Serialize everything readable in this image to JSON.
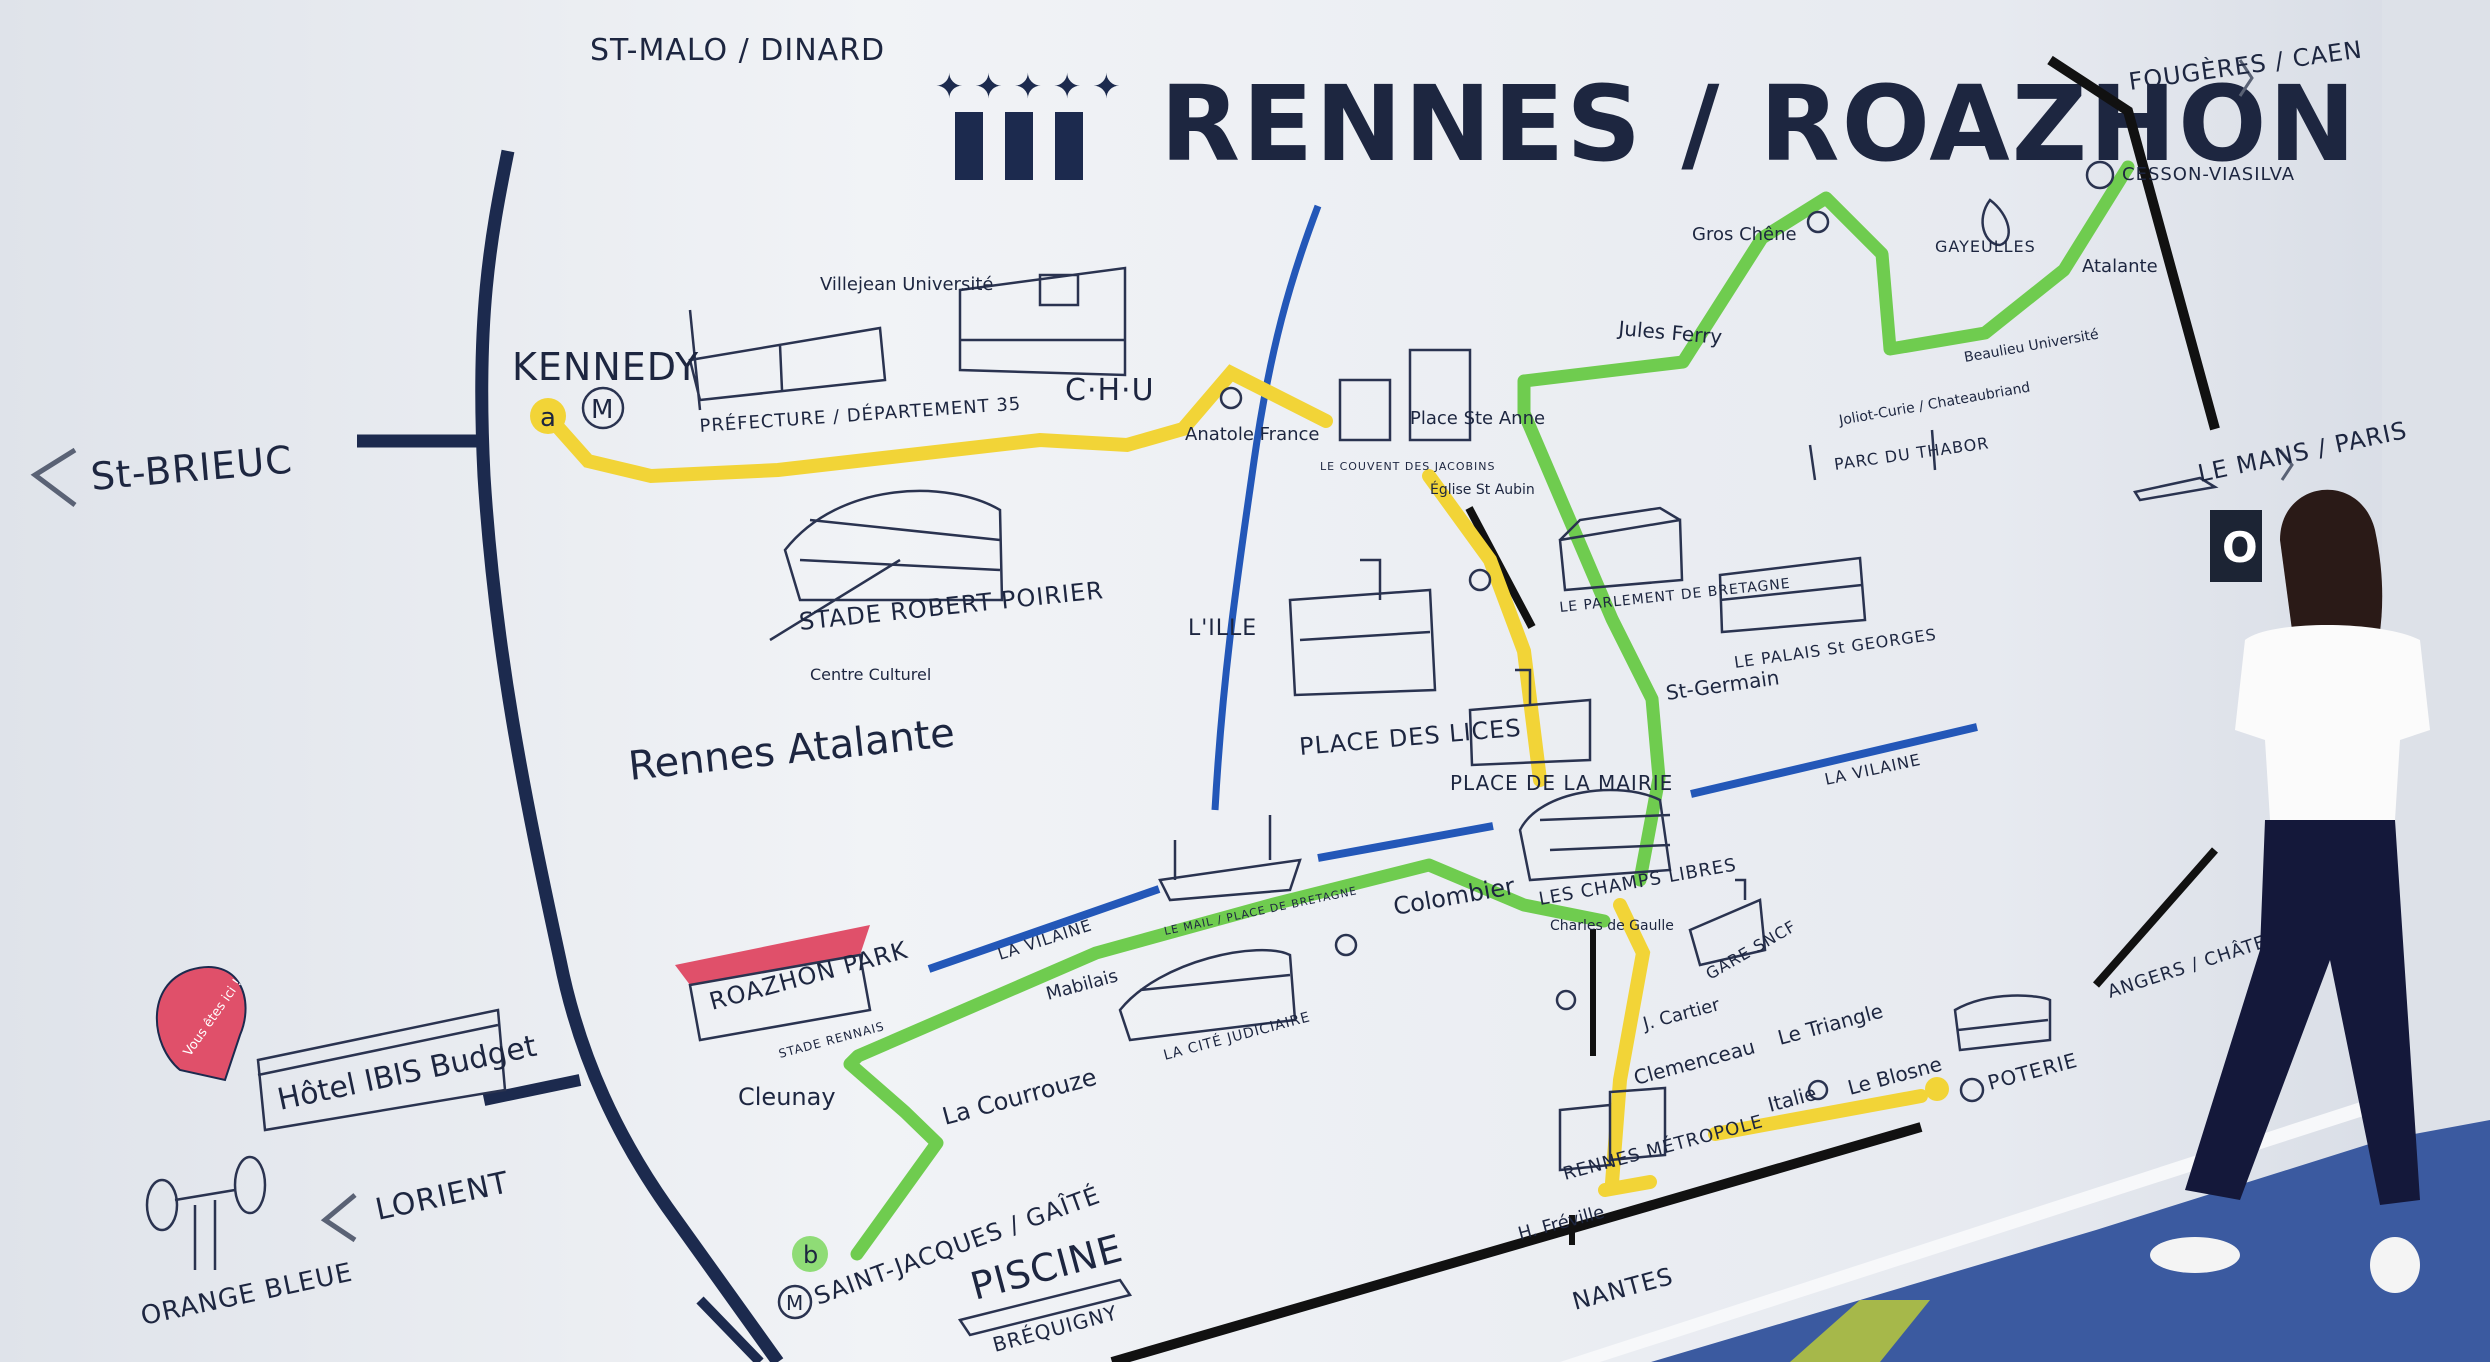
{
  "title": "RENNES / ROAZHON",
  "colors": {
    "wall": "#eef0f4",
    "metro_a": "#f2d437",
    "metro_b": "#6fcc4f",
    "river": "#2357b8",
    "ring_road": "#1c2a4e",
    "road": "#111111",
    "pin": "#e0506a",
    "carpet": "#3b5aa0"
  },
  "icons": [
    "ermine-flag-icon",
    "metro-m-icon",
    "location-pin-icon",
    "arrow-left-icon",
    "arrow-right-icon"
  ],
  "directions": {
    "st_malo": "ST-MALO / DINARD",
    "st_brieuc": "St-BRIEUC",
    "lorient": "LORIENT",
    "nantes": "NANTES",
    "fougeres": "FOUGÈRES / CAEN",
    "le_mans": "LE MANS / PARIS",
    "angers": "ANGERS / CHÂTEAUBRIANT"
  },
  "metro": {
    "line_a_badge": "a",
    "line_b_badge": "b",
    "metro_badge": "M",
    "kennedy": "KENNEDY",
    "anatole_france": "Anatole France",
    "sainte_anne": "Place Ste Anne",
    "place_de_la_mairie": "PLACE DE LA MAIRIE",
    "charles_de_gaulle": "Charles de Gaulle",
    "jacques_cartier": "J. Cartier",
    "clemenceau": "Clemenceau",
    "henri_freville": "H. Fréville",
    "italie": "Italie",
    "le_triangle": "Le Triangle",
    "le_blosne": "Le Blosne",
    "poterie": "POTERIE",
    "saint_jacques": "SAINT-JACQUES / GAÎTÉ",
    "la_courrouze": "La Courrouze",
    "cleunay": "Cleunay",
    "mabilais": "Mabilais",
    "colombier": "Colombier",
    "st_germain": "St-Germain",
    "jules_ferry": "Jules Ferry",
    "gros_chene": "Gros Chêne",
    "joliot_curie": "Joliot-Curie / Chateaubriand",
    "beaulieu": "Beaulieu Université",
    "atalante": "Atalante",
    "cesson": "CESSON-VIASILVA"
  },
  "landmarks": {
    "villejean": "Villejean Université",
    "prefecture": "PRÉFECTURE / DÉPARTEMENT 35",
    "chu": "C·H·U",
    "stade_robert_poirier": "STADE ROBERT POIRIER",
    "centre_culturel": "Centre Culturel",
    "rennes_atalante": "Rennes Atalante",
    "lille": "L'ILLE",
    "place_des_lices": "PLACE DES LICES",
    "couvent_jacobins": "LE COUVENT DES JACOBINS",
    "eglise_st_aubin": "Église St Aubin",
    "parlement": "LE PARLEMENT DE BRETAGNE",
    "palais_st_georges": "LE PALAIS St GEORGES",
    "parc_thabor": "PARC DU THABOR",
    "gayeulles": "GAYEULLES",
    "la_vilaine_1": "LA VILAINE",
    "la_vilaine_2": "LA VILAINE",
    "le_mail": "LE MAIL / PLACE DE BRETAGNE",
    "champs_libres": "LES CHAMPS LIBRES",
    "gare": "GARE SNCF",
    "cite_judiciaire": "LA CITÉ JUDICIAIRE",
    "roazhon_park": "ROAZHON PARK",
    "stade_rennais": "STADE RENNAIS",
    "piscine": "PISCINE",
    "brequigny": "BRÉQUIGNY",
    "rennes_metropole": "RENNES MÉTROPOLE",
    "hotel": "Hôtel IBIS Budget",
    "orange_bleue": "ORANGE BLEUE",
    "vous_etes_ici": "Vous êtes ici !",
    "o_sign": "O"
  }
}
